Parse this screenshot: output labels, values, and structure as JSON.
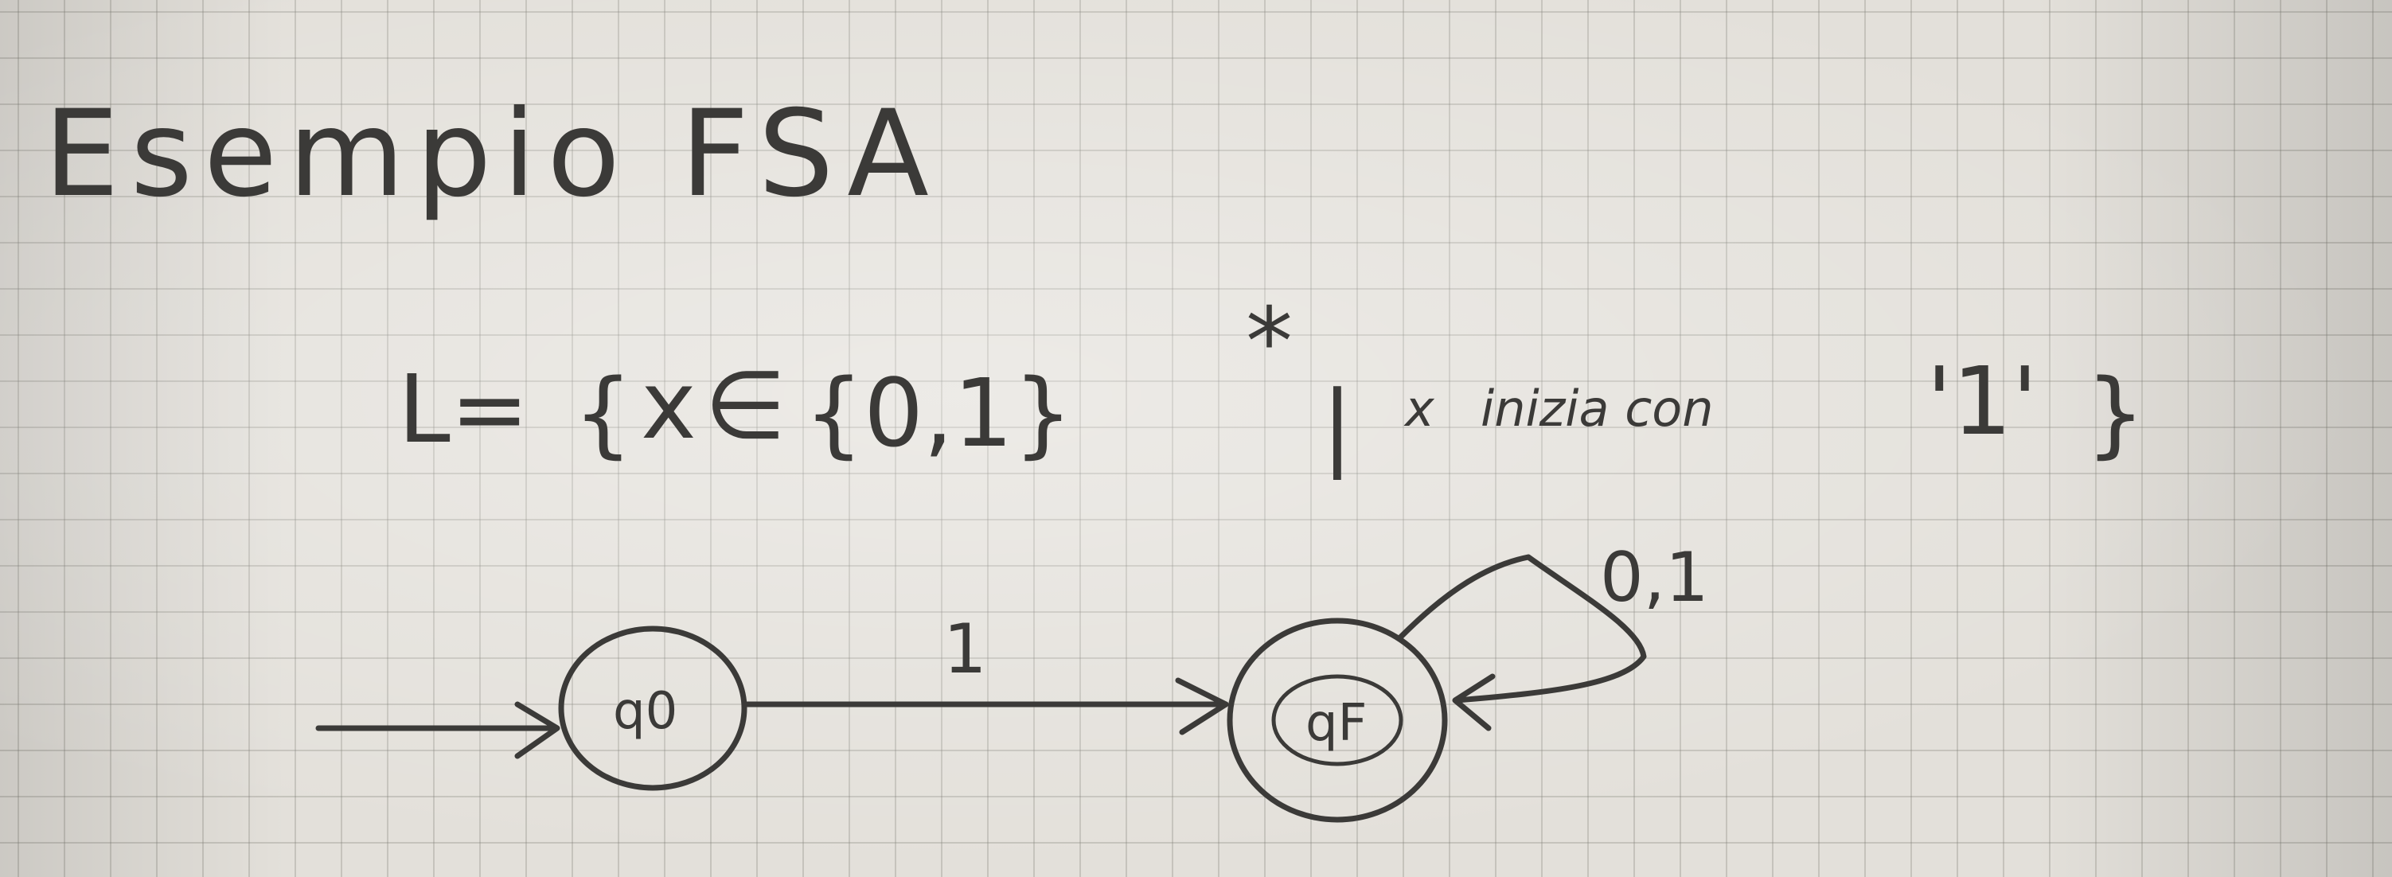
{
  "title": "Esempio FSA",
  "language": {
    "lhs": "L=",
    "open_brace": "{",
    "variable": "x",
    "member_of": "∈",
    "alphabet": "{0,1}",
    "kleene_star": "*",
    "such_that": "|",
    "condition_var": "x",
    "condition_text": "inizia con",
    "quoted_symbol": "'1'",
    "close_brace": "}"
  },
  "automaton": {
    "states": [
      {
        "id": "q0",
        "label": "q0",
        "initial": true,
        "accepting": false
      },
      {
        "id": "qF",
        "label": "qF",
        "initial": false,
        "accepting": true
      }
    ],
    "transitions": [
      {
        "from": "q0",
        "to": "qF",
        "label": "1"
      },
      {
        "from": "qF",
        "to": "qF",
        "label": "0,1"
      }
    ]
  },
  "colors": {
    "ink": "#3b3a38",
    "paper": "#e3e0da",
    "grid": "#7a7670"
  }
}
